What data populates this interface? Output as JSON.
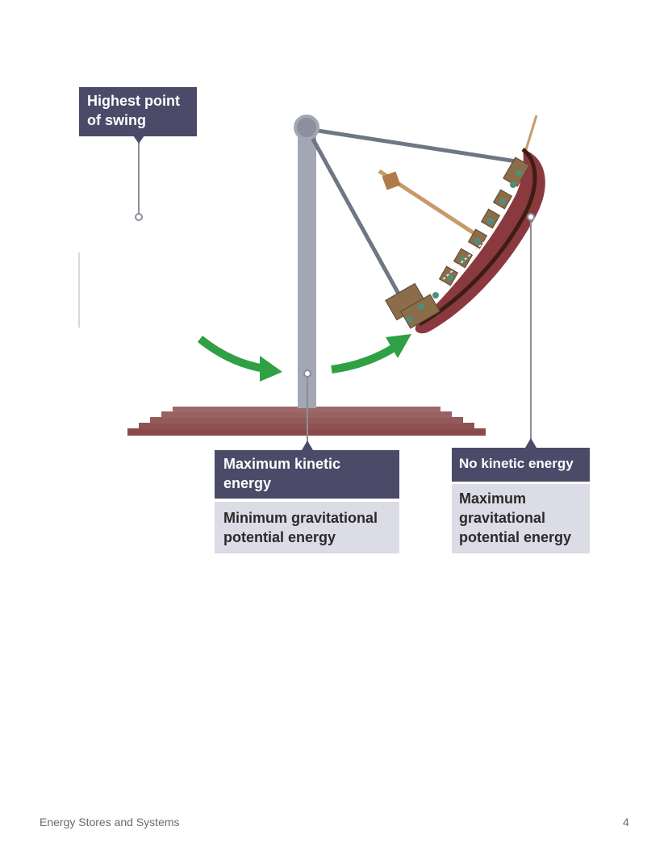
{
  "diagram": {
    "labels": {
      "highest_point": [
        "Highest point",
        "of swing"
      ],
      "max_kinetic": [
        "Maximum kinetic",
        "energy"
      ],
      "min_gpe": [
        "Minimum gravitational",
        "potential energy"
      ],
      "no_kinetic": [
        "No kinetic energy"
      ],
      "max_gpe": [
        "Maximum",
        "gravitational",
        "potential energy"
      ]
    },
    "colors": {
      "label_dark": "#4b4a68",
      "label_light": "#dcdce6",
      "arrow": "#2fa044",
      "ship_hull": "#8a3a3f",
      "ground": "#8a4a4a",
      "pole": "#a3a6b3",
      "rope": "#6f7684",
      "deck_box": "#8b6d4a"
    }
  },
  "footer": {
    "title": "Energy Stores and Systems",
    "page_number": "4"
  }
}
